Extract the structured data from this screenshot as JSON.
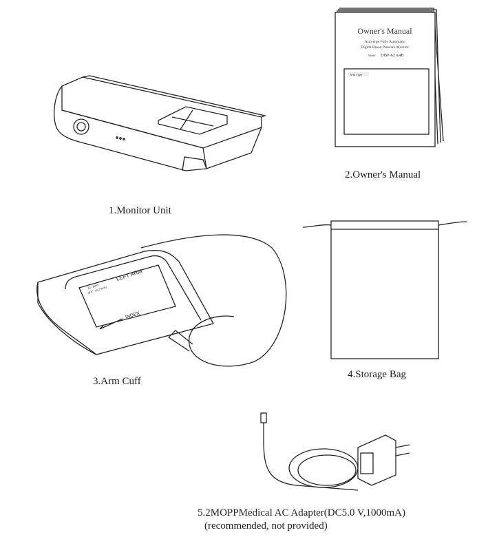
{
  "items": [
    {
      "caption": "1.Monitor Unit"
    },
    {
      "caption": "2.Owner's Manual"
    },
    {
      "caption": "3.Arm Cuff"
    },
    {
      "caption": "4.Storage Bag"
    },
    {
      "caption": "5.2MOPPMedical AC Adapter(DC5.0 V,1000mA)",
      "note": "(recommended, not provided)"
    }
  ],
  "manual": {
    "title": "Owner's Manual",
    "subtitle1": "Arm-type Fully Automatic",
    "subtitle2": "Digital Blood Pressure Monitor",
    "model_label": "Model",
    "model": "DBP-62A4B",
    "box_label": "Arm Type"
  },
  "cuff": {
    "label": "LEFT ARM",
    "size1": "22~36cm",
    "size2": "(8.6\"~14.2\"inch)",
    "index": "INDEX"
  }
}
